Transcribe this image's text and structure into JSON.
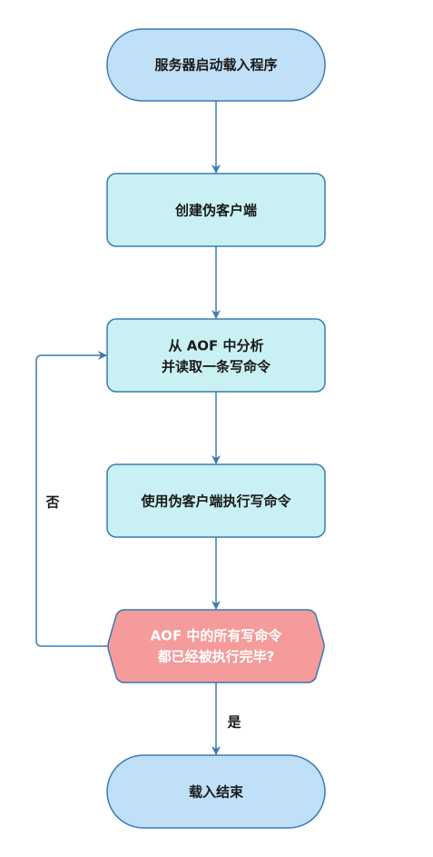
{
  "nodes": {
    "start": {
      "label": "服务器启动载入程序"
    },
    "create_client": {
      "label": "创建伪客户端"
    },
    "read_command": {
      "line1": "从 AOF 中分析",
      "line2": "并读取一条写命令"
    },
    "execute_command": {
      "label": "使用伪客户端执行写命令"
    },
    "decision": {
      "line1": "AOF 中的所有写命令",
      "line2": "都已经被执行完毕?"
    },
    "end": {
      "label": "载入结束"
    }
  },
  "edges": {
    "no_label": "否",
    "yes_label": "是"
  },
  "colors": {
    "terminal_fill": "#bfe0f7",
    "process_fill": "#c9f1f3",
    "decision_fill": "#f59b9b",
    "stroke": "#3a7ab3",
    "text": "#1a1a1a",
    "decision_text": "#ffffff"
  }
}
